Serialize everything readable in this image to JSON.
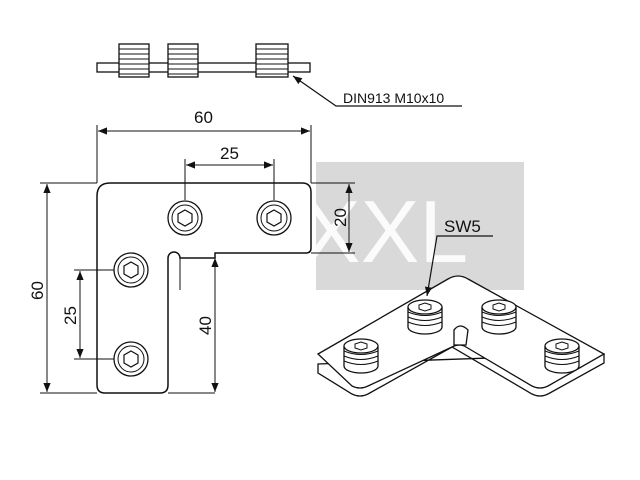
{
  "watermark": {
    "text": "TechXXL",
    "box_color": "#d9d9d9"
  },
  "callouts": {
    "set_screw": "DIN913 M10x10",
    "wrench_size": "SW5"
  },
  "dimensions": {
    "overall_width": "60",
    "hole_spacing_horizontal": "25",
    "arm_width_horizontal": "20",
    "overall_height": "60",
    "hole_spacing_vertical": "25",
    "inner_leg_height": "40"
  },
  "colors": {
    "line": "#111111",
    "plate_fill": "#ffffff"
  }
}
